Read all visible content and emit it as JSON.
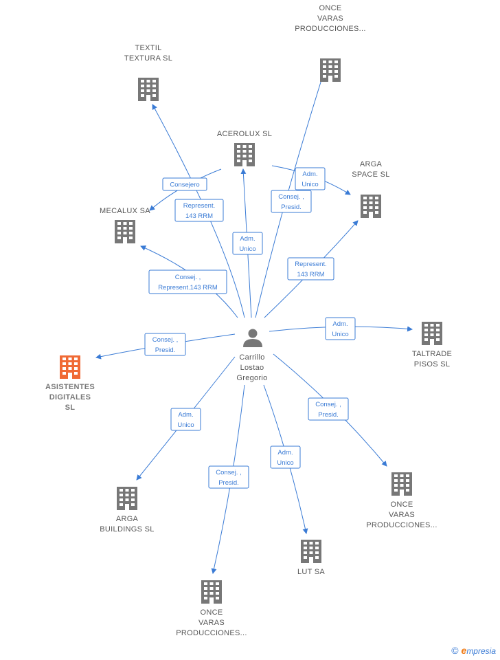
{
  "center": {
    "label_lines": [
      "Carrillo",
      "Lostao",
      "Gregorio"
    ]
  },
  "companies": [
    {
      "id": "textil",
      "label_lines": [
        "TEXTIL",
        "TEXTURA SL"
      ],
      "highlight": false
    },
    {
      "id": "once1",
      "label_lines": [
        "ONCE",
        "VARAS",
        "PRODUCCIONES..."
      ],
      "highlight": false
    },
    {
      "id": "acerolux",
      "label_lines": [
        "ACEROLUX SL"
      ],
      "highlight": false
    },
    {
      "id": "arga_space",
      "label_lines": [
        "ARGA",
        "SPACE  SL"
      ],
      "highlight": false
    },
    {
      "id": "mecalux",
      "label_lines": [
        "MECALUX SA"
      ],
      "highlight": false
    },
    {
      "id": "taltrade",
      "label_lines": [
        "TALTRADE",
        "PISOS  SL"
      ],
      "highlight": false
    },
    {
      "id": "asistentes",
      "label_lines": [
        "ASISTENTES",
        "DIGITALES",
        "SL"
      ],
      "highlight": true
    },
    {
      "id": "once2",
      "label_lines": [
        "ONCE",
        "VARAS",
        "PRODUCCIONES..."
      ],
      "highlight": false
    },
    {
      "id": "arga_buildings",
      "label_lines": [
        "ARGA",
        "BUILDINGS  SL"
      ],
      "highlight": false
    },
    {
      "id": "lut",
      "label_lines": [
        "LUT SA"
      ],
      "highlight": false
    },
    {
      "id": "once3",
      "label_lines": [
        "ONCE",
        "VARAS",
        "PRODUCCIONES..."
      ],
      "highlight": false
    }
  ],
  "edges": [
    {
      "to": "textil",
      "label_lines": [
        "Represent.",
        "143 RRM"
      ]
    },
    {
      "to": "once1",
      "label_lines": [
        "Consej. ,",
        "Presid."
      ]
    },
    {
      "to": "acerolux",
      "label_lines": [
        "Adm.",
        "Unico"
      ]
    },
    {
      "to": "arga_space_a",
      "label_lines": [
        "Adm.",
        "Unico"
      ]
    },
    {
      "to": "mecalux_a",
      "label_lines": [
        "Consejero"
      ]
    },
    {
      "to": "arga_space_b",
      "label_lines": [
        "Represent.",
        "143 RRM"
      ]
    },
    {
      "to": "mecalux_b",
      "label_lines": [
        "Consej. ,",
        "Represent.143 RRM"
      ]
    },
    {
      "to": "taltrade",
      "label_lines": [
        "Adm.",
        "Unico"
      ]
    },
    {
      "to": "asistentes",
      "label_lines": [
        "Consej. ,",
        "Presid."
      ]
    },
    {
      "to": "arga_buildings",
      "label_lines": [
        "Adm.",
        "Unico"
      ]
    },
    {
      "to": "once3",
      "label_lines": [
        "Consej. ,",
        "Presid."
      ]
    },
    {
      "to": "lut",
      "label_lines": [
        "Adm.",
        "Unico"
      ]
    },
    {
      "to": "once2",
      "label_lines": [
        "Consej. ,",
        "Presid."
      ]
    }
  ],
  "footer": {
    "copyright": "©",
    "brand_initial": "e",
    "brand_rest": "mpresia"
  },
  "colors": {
    "edge": "#3a7bd5",
    "building": "#777777",
    "building_highlight": "#f06a35",
    "person": "#777777"
  },
  "icons": {
    "company": "building-icon",
    "person": "person-icon"
  }
}
